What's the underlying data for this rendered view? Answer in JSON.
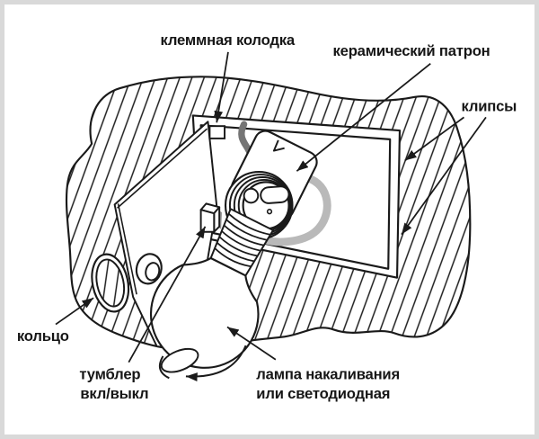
{
  "diagram": {
    "description": "exploded view of a recessed lamp fixture in a cut hole",
    "colors": {
      "background": "#ffffff",
      "border": "#d9d9d9",
      "line": "#1a1a1a",
      "wire_dark": "#757575",
      "wire_light": "#b9b9b9"
    },
    "labels": {
      "terminal_block": "клеммная колодка",
      "ceramic_socket": "керамический патрон",
      "clips": "клипсы",
      "ring": "кольцо",
      "toggle_line1": "тумблер",
      "toggle_line2": "вкл/выкл",
      "lamp_line1": "лампа накаливания",
      "lamp_line2": "или светодиодная"
    }
  }
}
